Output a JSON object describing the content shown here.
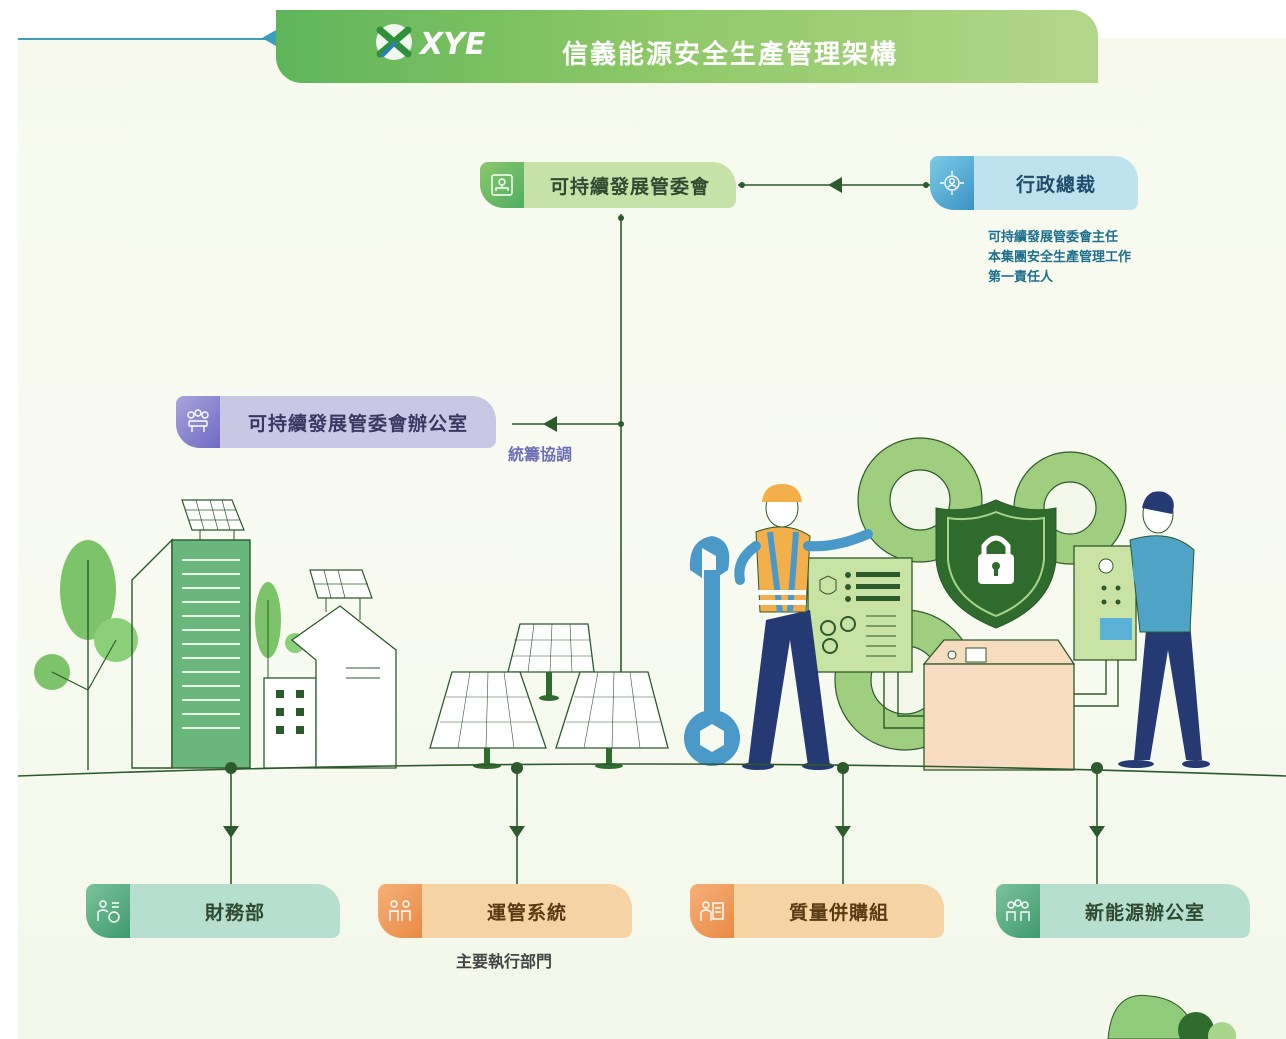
{
  "header": {
    "logo_text": "XYE",
    "title": "信義能源安全生產管理架構"
  },
  "nodes": {
    "committee": "可持續發展管委會",
    "president": "行政總裁",
    "office": "可持續發展管委會辦公室",
    "finance": "財務部",
    "operations": "運管系統",
    "quality": "質量併購組",
    "new_energy": "新能源辦公室"
  },
  "notes": {
    "president_line1": "可持續發展管委會主任",
    "president_line2": "本集團安全生產管理工作",
    "president_line3": "第一責任人",
    "coordination": "統籌協調",
    "main_departments": "主要執行部門"
  },
  "colors": {
    "green_node": "#c6e2a8",
    "blue_node": "#bfe2ef",
    "purple_node": "#c9c7e4",
    "teal_node": "#b6dfcf",
    "orange_node": "#f6d3a4",
    "line": "#2d5a2c"
  },
  "icons": [
    "org-chart-icon",
    "executive-icon",
    "meeting-icon",
    "finance-icon",
    "system-icon",
    "quality-icon",
    "new-energy-icon",
    "lock-icon",
    "wrench-icon",
    "solar-panel-icon"
  ]
}
